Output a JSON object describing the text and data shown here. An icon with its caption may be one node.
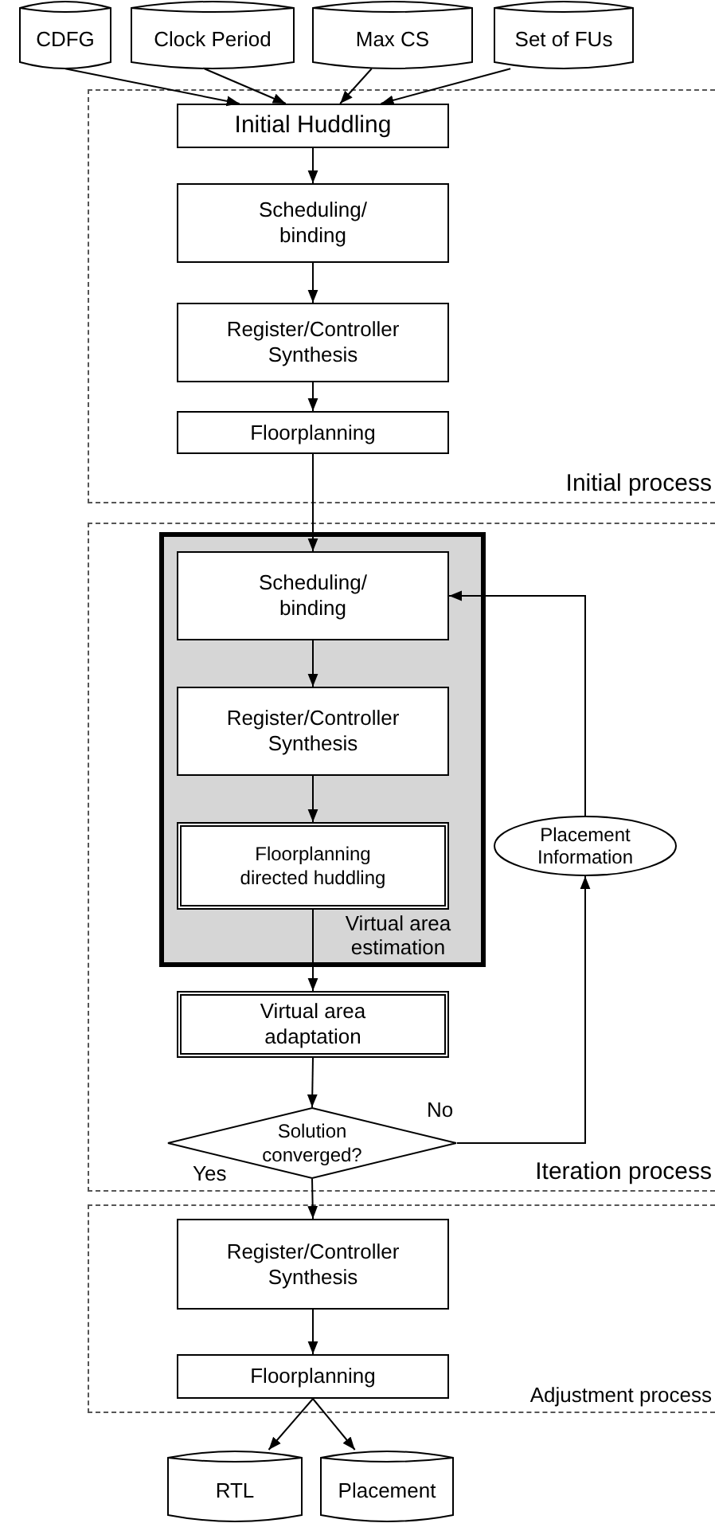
{
  "diagram": {
    "nodes": [
      {
        "text": [
          "CDFG"
        ]
      },
      {
        "text": [
          "Clock Period"
        ]
      },
      {
        "text": [
          "Max CS"
        ]
      },
      {
        "text": [
          "Set of FUs"
        ]
      },
      {
        "text": [
          "Initial process"
        ]
      },
      {
        "text": [
          "Initial Huddling"
        ],
        "in": 4
      },
      {
        "text": [
          "Scheduling/ binding"
        ],
        "in": 4
      },
      {
        "text": [
          "Register/Controller Synthesis"
        ],
        "in": 4
      },
      {
        "text": [
          "Floorplanning"
        ],
        "in": 4
      },
      {
        "text": [
          "Iteration process"
        ]
      },
      {
        "text": [
          "Virtual area estimation"
        ],
        "in": 9
      },
      {
        "text": [
          "Scheduling/ binding"
        ],
        "in": 10
      },
      {
        "text": [
          "Register/Controller Synthesis"
        ],
        "in": 10
      },
      {
        "text": [
          "Floorplanning directed huddling"
        ],
        "in": 10
      },
      {
        "text": [
          "Placement Information"
        ],
        "in": 9
      },
      {
        "text": [
          "Virtual area adaptation"
        ],
        "in": 9
      },
      {
        "text": [
          "Solution converged?"
        ],
        "in": 9
      },
      {
        "text": [
          "Adjustment process"
        ]
      },
      {
        "text": [
          "Register/Controller Synthesis"
        ],
        "in": 17
      },
      {
        "text": [
          "Floorplanning"
        ],
        "in": 17
      },
      {
        "text": [
          "RTL"
        ]
      },
      {
        "text": [
          "Placement"
        ]
      }
    ],
    "edges": [
      {
        "from": 0,
        "to": 5,
        "arrow": "to"
      },
      {
        "from": 1,
        "to": 5,
        "arrow": "to"
      },
      {
        "from": 2,
        "to": 5,
        "arrow": "to"
      },
      {
        "from": 3,
        "to": 5,
        "arrow": "to"
      },
      {
        "from": 5,
        "to": 6,
        "arrow": "to"
      },
      {
        "from": 6,
        "to": 7,
        "arrow": "to"
      },
      {
        "from": 7,
        "to": 8,
        "arrow": "to"
      },
      {
        "from": 8,
        "to": 11,
        "arrow": "to"
      },
      {
        "from": 11,
        "to": 12,
        "arrow": "to"
      },
      {
        "from": 12,
        "to": 13,
        "arrow": "to"
      },
      {
        "from": 13,
        "to": 15,
        "arrow": "to"
      },
      {
        "from": 15,
        "to": 16,
        "arrow": "to"
      },
      {
        "from": 16,
        "to": 14,
        "arrow": "to",
        "label": "No"
      },
      {
        "from": 14,
        "to": 11,
        "arrow": "to"
      },
      {
        "from": 16,
        "to": 18,
        "arrow": "to",
        "label": "Yes"
      },
      {
        "from": 18,
        "to": 19,
        "arrow": "to"
      },
      {
        "from": 19,
        "to": 20,
        "arrow": "to"
      },
      {
        "from": 19,
        "to": 21,
        "arrow": "to"
      }
    ]
  }
}
